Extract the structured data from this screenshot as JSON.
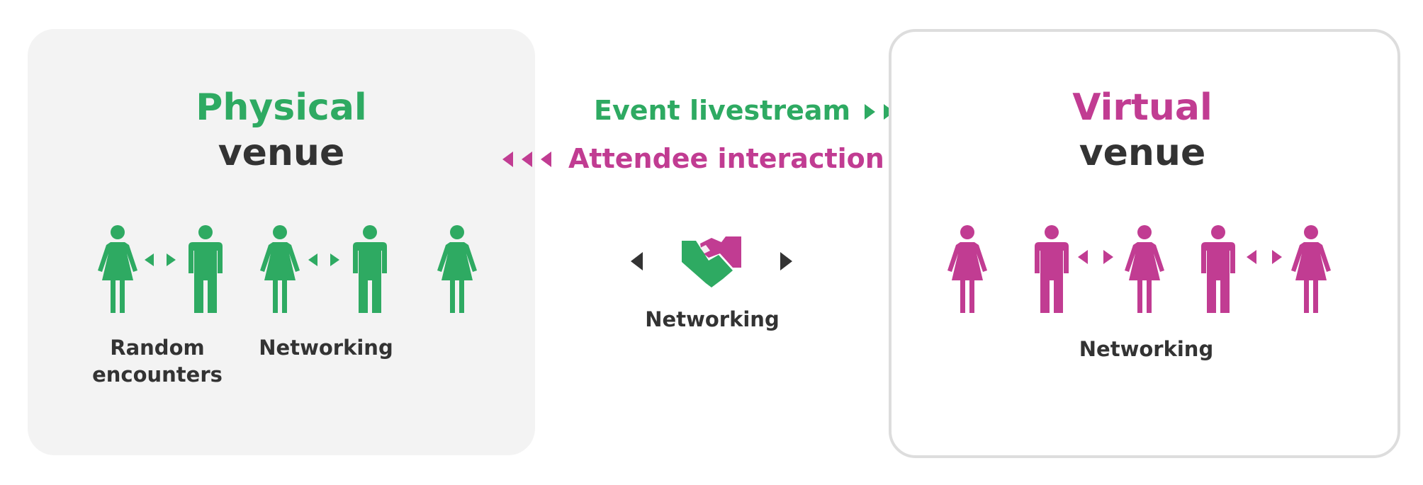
{
  "colors": {
    "green": "#2eaa62",
    "magenta": "#c13c92",
    "dark": "#333333"
  },
  "physical": {
    "title_line1": "Physical",
    "title_line2": "venue",
    "label_random": "Random encounters",
    "label_networking": "Networking"
  },
  "middle": {
    "livestream": "Event livestream",
    "interaction": "Attendee interaction",
    "networking": "Networking",
    "icon": "handshake-icon"
  },
  "virtual": {
    "title_line1": "Virtual",
    "title_line2": "venue",
    "label_networking": "Networking"
  }
}
